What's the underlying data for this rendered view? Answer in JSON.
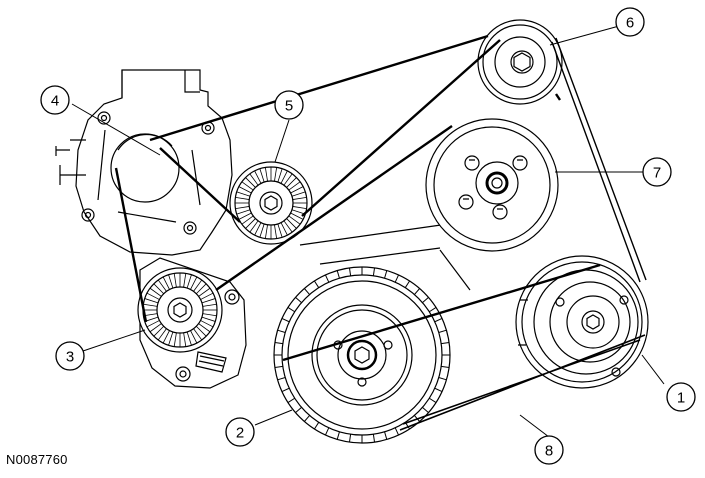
{
  "figure_id": "N0087760",
  "callouts": [
    "1",
    "2",
    "3",
    "4",
    "5",
    "6",
    "7",
    "8"
  ]
}
